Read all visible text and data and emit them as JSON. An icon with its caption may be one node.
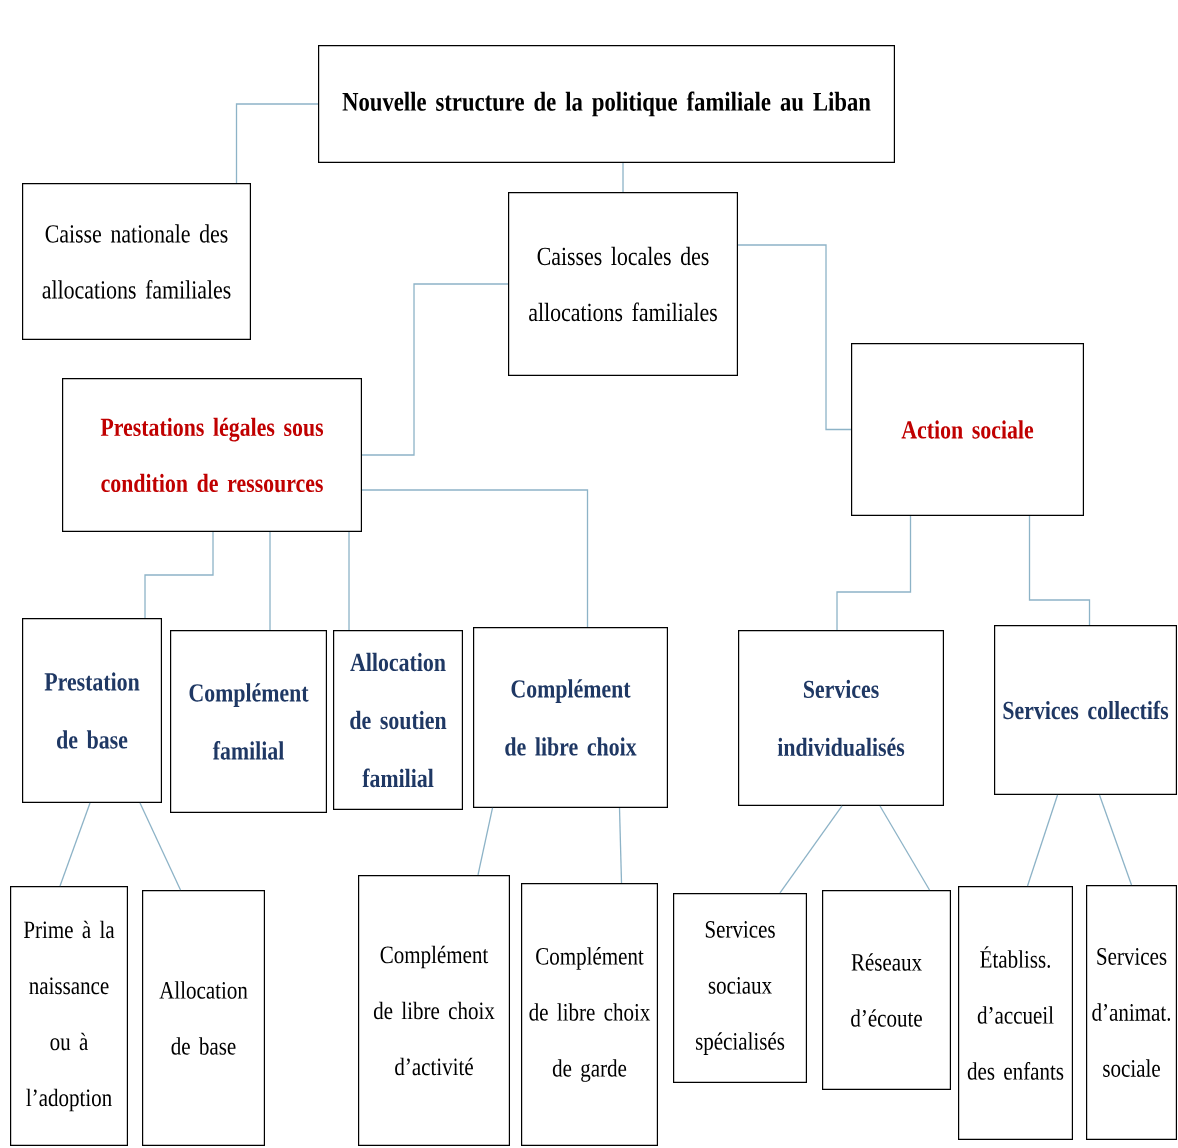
{
  "diagram": {
    "nodes": [
      {
        "text": [
          "Nouvelle structure de la politique familiale au Liban"
        ]
      },
      {
        "text": [
          "Caisse nationale des allocations familiales"
        ]
      },
      {
        "text": [
          "Caisses locales des allocations familiales"
        ]
      },
      {
        "text": [
          "Prestations légales sous condition de ressources"
        ]
      },
      {
        "text": [
          "Action sociale"
        ]
      },
      {
        "text": [
          "Prestation de base"
        ]
      },
      {
        "text": [
          "Complément familial"
        ]
      },
      {
        "text": [
          "Allocation de soutien familial"
        ]
      },
      {
        "text": [
          "Complément de libre choix"
        ]
      },
      {
        "text": [
          "Services individualisés"
        ]
      },
      {
        "text": [
          "Services collectifs"
        ]
      },
      {
        "text": [
          "Prime à la naissance ou à l’adoption"
        ]
      },
      {
        "text": [
          "Allocation de base"
        ]
      },
      {
        "text": [
          "Complément de libre choix d’activité"
        ]
      },
      {
        "text": [
          "Complément de libre choix de garde"
        ]
      },
      {
        "text": [
          "Services sociaux spécialisés"
        ]
      },
      {
        "text": [
          "Réseaux d’écoute"
        ]
      },
      {
        "text": [
          "Établiss. d’accueil des enfants"
        ]
      },
      {
        "text": [
          "Services d’animat. sociale"
        ]
      }
    ],
    "edges": [
      {
        "from": 0,
        "to": 1,
        "arrow": "none"
      },
      {
        "from": 0,
        "to": 2,
        "arrow": "none"
      },
      {
        "from": 2,
        "to": 3,
        "arrow": "none"
      },
      {
        "from": 2,
        "to": 4,
        "arrow": "none"
      },
      {
        "from": 3,
        "to": 5,
        "arrow": "none"
      },
      {
        "from": 3,
        "to": 6,
        "arrow": "none"
      },
      {
        "from": 3,
        "to": 7,
        "arrow": "none"
      },
      {
        "from": 3,
        "to": 8,
        "arrow": "none"
      },
      {
        "from": 4,
        "to": 9,
        "arrow": "none"
      },
      {
        "from": 4,
        "to": 10,
        "arrow": "none"
      },
      {
        "from": 5,
        "to": 11,
        "arrow": "none"
      },
      {
        "from": 5,
        "to": 12,
        "arrow": "none"
      },
      {
        "from": 8,
        "to": 13,
        "arrow": "none"
      },
      {
        "from": 8,
        "to": 14,
        "arrow": "none"
      },
      {
        "from": 9,
        "to": 15,
        "arrow": "none"
      },
      {
        "from": 9,
        "to": 16,
        "arrow": "none"
      },
      {
        "from": 10,
        "to": 17,
        "arrow": "none"
      },
      {
        "from": 10,
        "to": 18,
        "arrow": "none"
      }
    ]
  }
}
